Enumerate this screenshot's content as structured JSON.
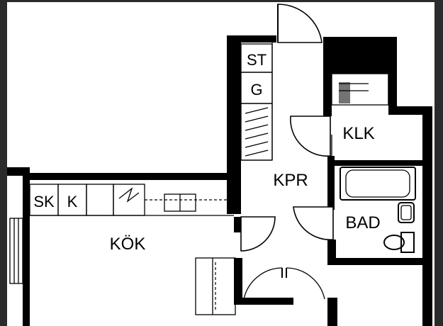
{
  "rooms": {
    "kpr": "KPR",
    "klk": "KLK",
    "bad": "BAD",
    "kok": "KÖK"
  },
  "fixtures": {
    "st": "ST",
    "g": "G",
    "sk": "SK",
    "k": "K"
  },
  "colors": {
    "background": "#2b2b2b",
    "floor": "#ffffff",
    "walls": "#000000"
  }
}
